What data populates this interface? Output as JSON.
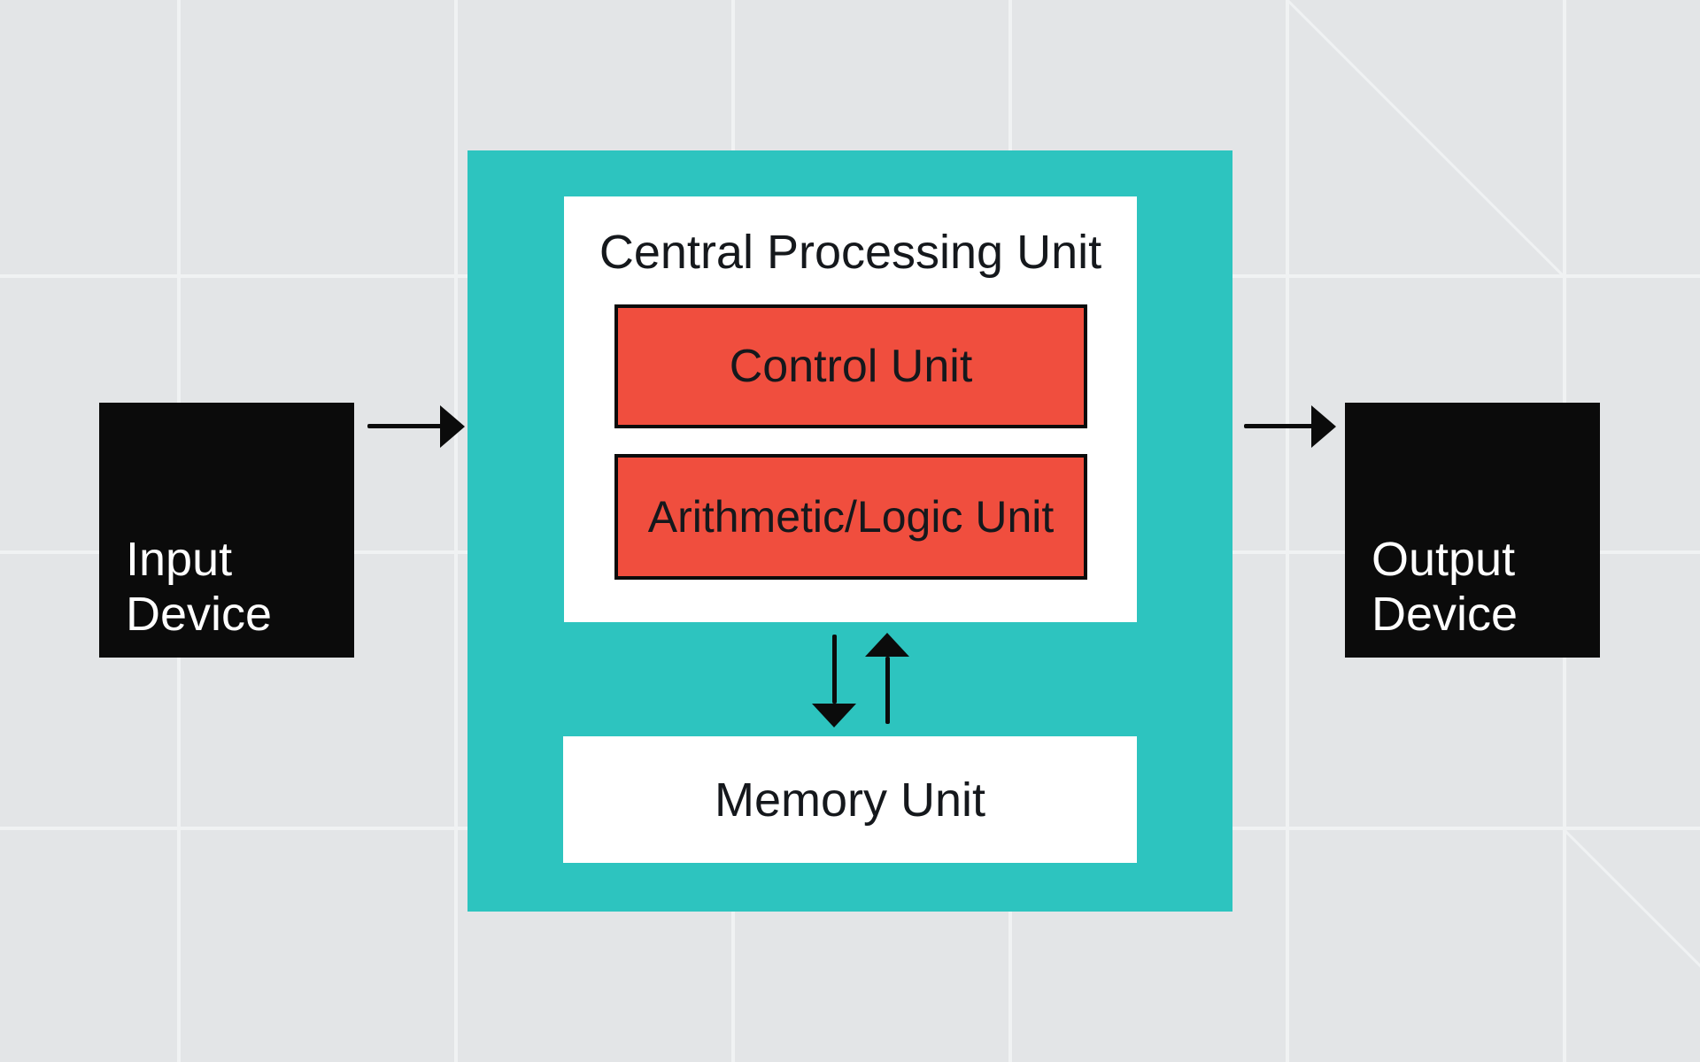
{
  "colors": {
    "background": "#e3e5e7",
    "grid_line": "#f0f2f3",
    "teal": "#2dc4bf",
    "red": "#f04e3e",
    "black": "#0b0b0b",
    "white": "#ffffff",
    "ink": "#15181c"
  },
  "nodes": {
    "input_device": {
      "line1": "Input",
      "line2": "Device"
    },
    "cpu": {
      "title": "Central Processing Unit"
    },
    "control_unit": {
      "label": "Control Unit"
    },
    "alu": {
      "label": "Arithmetic/Logic Unit"
    },
    "memory_unit": {
      "label": "Memory Unit"
    },
    "output_device": {
      "line1": "Output",
      "line2": "Device"
    }
  },
  "arrows": [
    {
      "name": "input-to-cpu",
      "direction": "right"
    },
    {
      "name": "cpu-to-output",
      "direction": "right"
    },
    {
      "name": "cpu-to-memory",
      "direction": "down"
    },
    {
      "name": "memory-to-cpu",
      "direction": "up"
    }
  ]
}
